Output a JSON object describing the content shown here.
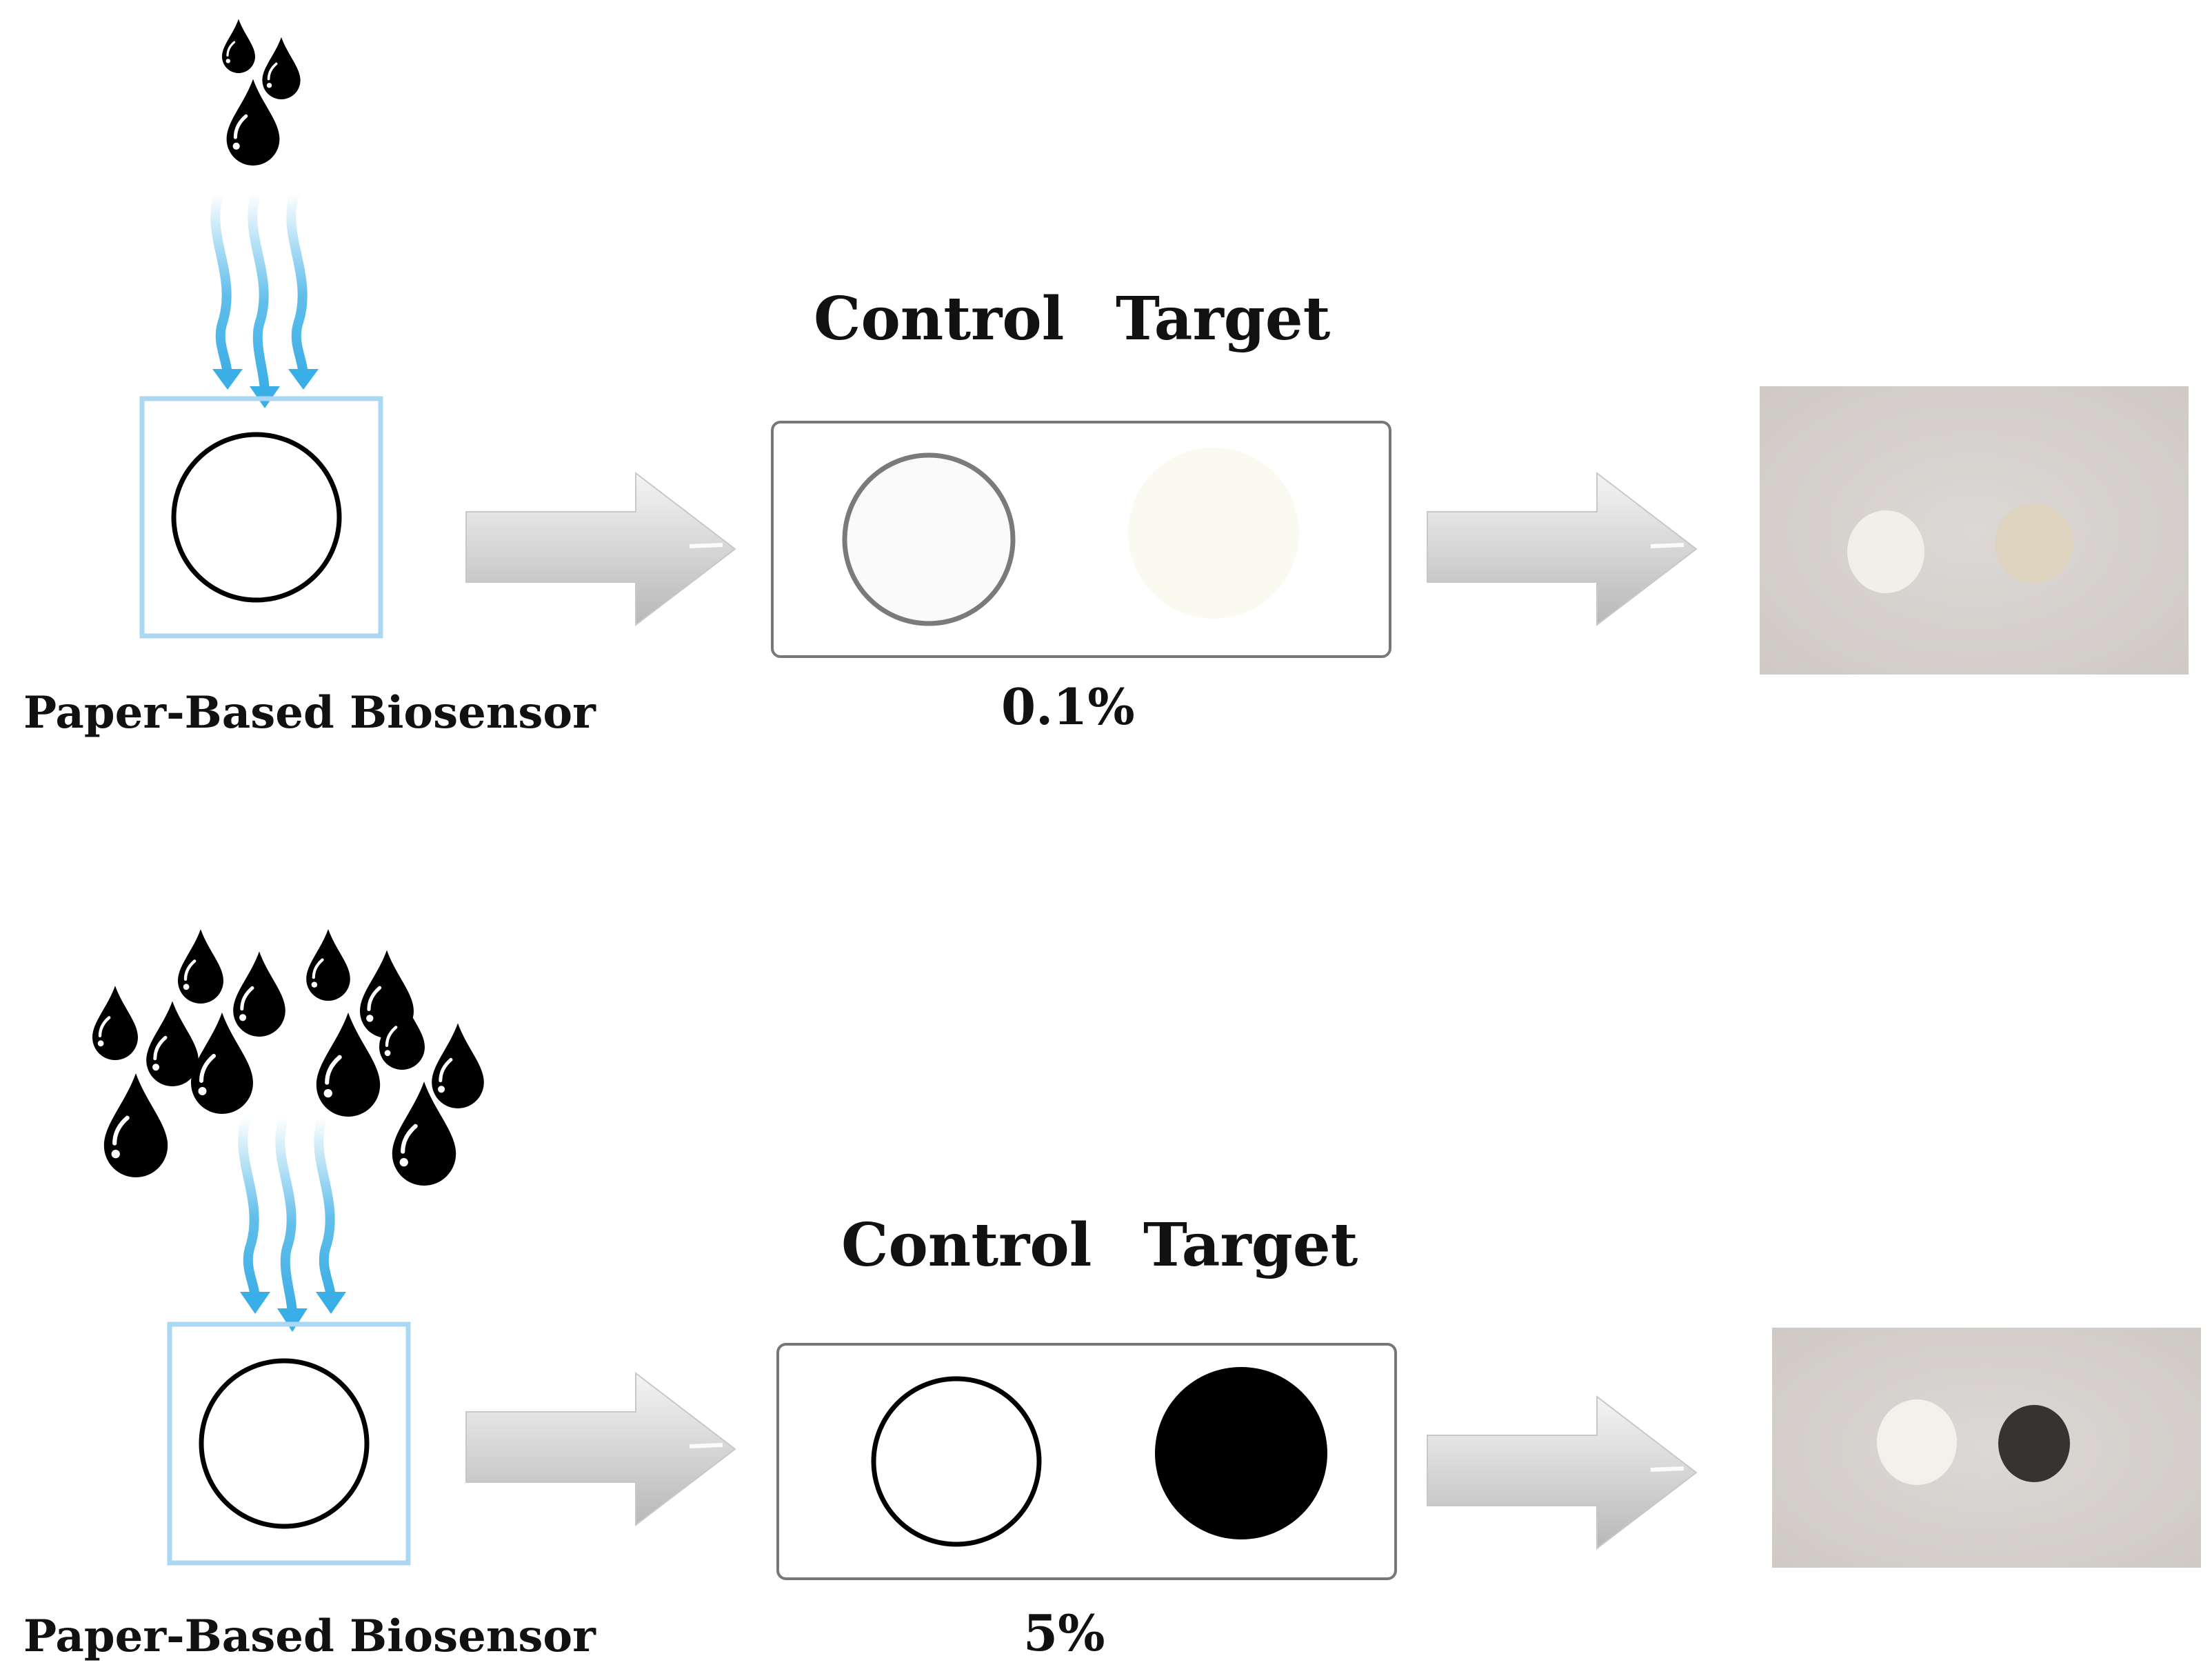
{
  "colors": {
    "sensor_frame": "#aad8f3",
    "flow_arrow": "#3aaee6",
    "drop": "#000000",
    "control_low": "#fafafa",
    "target_low": "#fbfaf0",
    "control_high": "#ffffff",
    "target_high": "#000000",
    "photo_background": "#d6d2cf"
  },
  "panels": [
    {
      "sensor_label": "Paper-Based Biosensor",
      "control_label": "Control",
      "target_label": "Target",
      "concentration": "0.1%",
      "photo": {
        "control_spot": "#f2efe8",
        "target_spot": "#ddd3bf"
      }
    },
    {
      "sensor_label": "Paper-Based Biosensor",
      "control_label": "Control",
      "target_label": "Target",
      "concentration": "5%",
      "photo": {
        "control_spot": "#f3f1ec",
        "target_spot": "#363431"
      }
    }
  ]
}
